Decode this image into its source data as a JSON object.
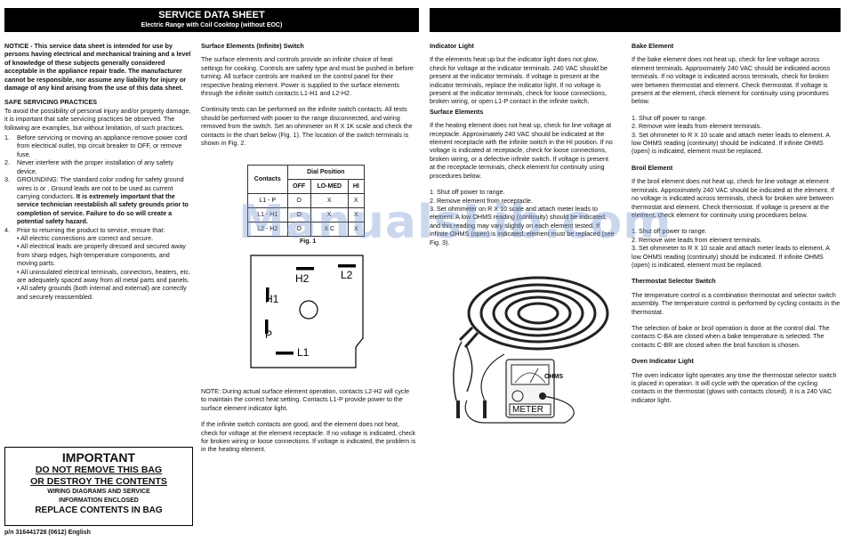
{
  "header": {
    "title": "SERVICE DATA SHEET",
    "subtitle": "Electric Range with Coil Cooktop (without EOC)"
  },
  "col1": {
    "notice": "NOTICE - This service data sheet is intended for use by persons having electrical and mechanical training and a level of knowledge of these subjects generally considered acceptable in the appliance repair trade. The manufacturer cannot be responsible, nor assume any liability for injury or damage of any kind arising from the use of this data sheet.",
    "safe_heading": "SAFE SERVICING PRACTICES",
    "safe_intro": "To avoid the possibility of personal injury and/or property damage, it is important that safe servicing practices be observed. The following are examples, but without limitation, of such practices.",
    "items": [
      {
        "n": "1.",
        "text": "Before servicing or moving an appliance remove power cord from electrical outlet, trip circuit breaker to OFF, or remove fuse."
      },
      {
        "n": "2.",
        "text": "Never interfere with the proper installation of any safety device."
      },
      {
        "n": "3.",
        "text": "GROUNDING: The standard color coding for safety ground wires is                or               . Ground leads are not to be used as current carrying conductors.",
        "bold": "It is extremely important that the service technician reestablish all safety grounds prior to completion of service. Failure to do so will create a potential safety hazard."
      },
      {
        "n": "4.",
        "text": "Prior to returning the product to service, ensure that:"
      }
    ],
    "bullets": [
      "• All electric connections are correct and secure.",
      "• All electrical leads are properly dressed and secured away from sharp edges, high-temperature components, and moving parts.",
      "• All uninsulated electrical terminals, connectors, heaters, etc. are adequately spaced away from all metal parts and panels.",
      "• All safety grounds (both internal and external) are correctly and securely reassembled."
    ]
  },
  "important": {
    "title": "IMPORTANT",
    "l1": "DO NOT REMOVE THIS BAG",
    "l2": "OR DESTROY THE CONTENTS",
    "l3": "WIRING DIAGRAMS AND SERVICE",
    "l4": "INFORMATION ENCLOSED",
    "l5": "REPLACE CONTENTS IN BAG"
  },
  "footer": {
    "part": "p/n 316441728 (0612) English"
  },
  "col2": {
    "heading": "Surface Elements (Infinite) Switch",
    "p1": "The surface elements and controls provide an infinite choice of heat settings for cooking. Controls are safety type and must be pushed in before turning. All surface controls are marked on the control panel for their respective heating element. Power is supplied to the surface elements through the infinite switch contacts L1-H1 and L2-H2.",
    "p2": "Continuity tests can be performed on the infinite switch contacts. All tests should be performed with power to the range disconnected, and wiring removed from the switch. Set an ohmmeter on R X 1K scale and check the contacts in the chart below (Fig. 1). The location of the switch terminals is shown in Fig. 2.",
    "table": {
      "h_contacts": "Contacts",
      "h_dial": "Dial Position",
      "cols": [
        "OFF",
        "LO-MED",
        "HI"
      ],
      "rows": [
        [
          "L1 - P",
          "O",
          "X",
          "X"
        ],
        [
          "L1 - H1",
          "O",
          "X",
          "X"
        ],
        [
          "L2 - H2",
          "O",
          "X C",
          "X"
        ]
      ]
    },
    "fig1": "Fig. 1",
    "terms": {
      "h2": "H2",
      "l2": "L2",
      "h1": "H1",
      "p": "P",
      "l1": "L1"
    },
    "note": "NOTE: During actual surface element operation, contacts L2-H2 will cycle to maintain the correct heat setting. Contacts L1-P provide power to the surface element indicator light.",
    "p3": "If the infinite switch contacts are good, and the element does not heat, check for voltage at the element receptacle. If no voltage is indicated, check for broken wiring or loose connections. If voltage is indicated, the problem is in the heating element."
  },
  "col3": {
    "h_ind": "Indicator Light",
    "p_ind": "If the elements heat up but the indicator light does not glow, check for voltage at the indicator terminals. 240 VAC should be present at the indicator terminals. If voltage is present at the indicator terminals, replace the indicator light. If no voltage is present at the indicator terminals, check for loose connections, broken wiring, or open L1-P contact in the infinite switch.",
    "h_surf": "Surface Elements",
    "p_surf": "If the heating element does not heat up, check for line voltage at receptacle. Approximately 240 VAC should be indicated at the element receptacle with the infinite switch in the HI position. If no voltage is indicated at receptacle, check for loose connections, broken wiring, or a defective infinite switch. If voltage is present at the receptacle terminals, check element for continuity using procedures below.",
    "steps": [
      "1. Shut off power to range.",
      "2. Remove element from receptacle.",
      "3. Set ohmmeter on R X 10 scale and attach meter leads to element. A low OHMS reading (continuity) should be indicated, and this reading may vary slightly on each element tested. If infinite OHMS (open) is indicated, element must be replaced (see Fig. 3)."
    ],
    "ohms": "OHMS",
    "meter": "METER"
  },
  "col4": {
    "h_bake": "Bake Element",
    "p_bake": "If the bake element does not heat up, check for line voltage across element terminals. Approximately 240 VAC should be indicated across terminals. If no voltage is indicated across terminals, check for broken wire between thermostat and element. Check thermostat. If voltage is present at the element, check element for continuity using procedures below.",
    "bake_steps": [
      "1. Shut off power to range.",
      "2. Remove wire leads from element terminals.",
      "3. Set ohmmeter to R X 10 scale and attach meter leads to element. A low OHMS reading (continuity) should be indicated. If infinite OHMS (open) is indicated, element must be replaced."
    ],
    "h_broil": "Broil Element",
    "p_broil": "If the broil element does not heat up, check for line voltage at element terminals. Approximately 240 VAC should be indicated at the element. If no voltage is indicated across terminals, check for broken wire between thermostat and element. Check thermostat. If voltage is present at the element, check element for continuity using procedures below.",
    "broil_steps": [
      "1. Shut off power to range.",
      "2. Remove wire leads from element terminals.",
      "3. Set ohmmeter to R X 10 scale and attach meter leads to element. A low OHMS reading (continuity) should be indicated. If infinite OHMS (open) is indicated, element must be replaced."
    ],
    "h_thermo": "Thermostat Selector Switch",
    "p_thermo1": "The temperature control is a combination thermostat and selector switch assembly. The temperature control is performed by cycling contacts in the thermostat.",
    "p_thermo2": "The selection of bake or broil operation is done at the control dial. The contacts C-BA are closed when a bake temperature is selected. The contacts C-BR are closed when the broil function is chosen.",
    "h_oven": "Oven Indicator Light",
    "p_oven": "The oven indicator light operates any time the thermostat selector switch is placed in operation. It will cycle with the operation of the cycling contacts in the thermostat (glows with contacts closed). It is a 240 VAC indicator light."
  },
  "watermark": "ManualsLib.com"
}
